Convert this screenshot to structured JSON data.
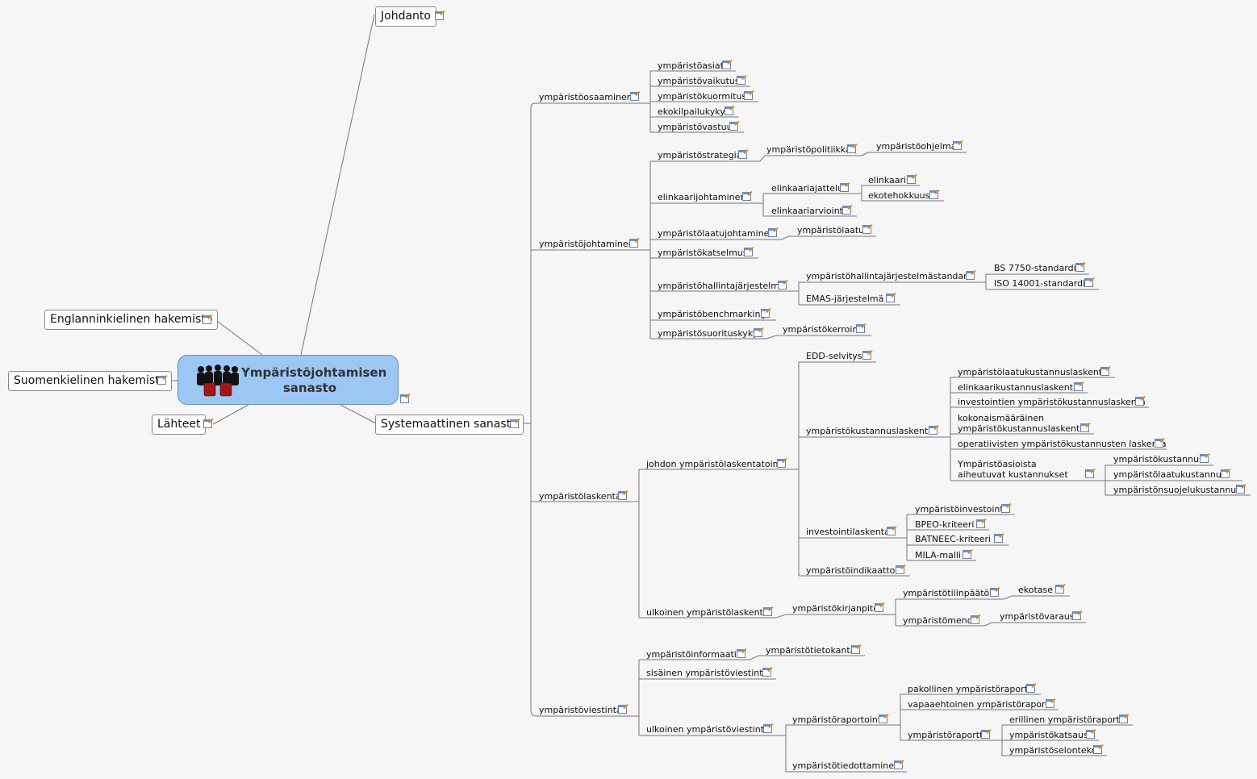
{
  "root": {
    "title": "Ympäristöjohtamisen sanasto"
  },
  "nodes": [
    "Johdanto",
    "Englanninkielinen hakemisto",
    "Suomenkielinen hakemisto",
    "Lähteet",
    "Systemaattinen sanasto",
    "ympäristöosaaminen",
    "ympäristöasiat",
    "ympäristövaikutus",
    "ympäristökuormitus",
    "ekokilpailukyky",
    "ympäristövastuu",
    "ympäristöjohtaminen",
    "ympäristöstrategia",
    "ympäristöpolitiikka",
    "ympäristöohjelma",
    "elinkaarijohtaminen",
    "elinkaariajattelu",
    "elinkaari",
    "ekotehokkuus",
    "elinkaariarviointi",
    "ympäristölaatujohtaminen",
    "ympäristölaatu",
    "ympäristökatselmus",
    "ympäristöhallintajärjestelmä",
    "ympäristöhallintajärjestelmästandardi",
    "BS 7750-standardi",
    "ISO 14001-standardi",
    "EMAS-järjestelmä",
    "ympäristöbenchmarking",
    "ympäristösuorituskyky",
    "ympäristökerroin",
    "ympäristölaskenta",
    "johdon ympäristölaskentatoimi",
    "EDD-selvitys",
    "ympäristökustannuslaskenta",
    "ympäristölaatukustannuslaskenta",
    "elinkaarikustannuslaskenta",
    "investointien ympäristökustannuslaskenta",
    "kokonaismääräinen ympäristökustannuslaskenta",
    "operatiivisten ympäristökustannusten laskenta",
    "Ympäristöasioista aiheutuvat kustannukset",
    "ympäristökustannus",
    "ympäristölaatukustannus",
    "ympäristönsuojelukustannus",
    "investointilaskenta",
    "ympäristöinvestointi",
    "BPEO-kriteeri",
    "BATNEEC-kriteeri",
    "MILA-malli",
    "ympäristöindikaattori",
    "ulkoinen ympäristölaskenta",
    "ympäristökirjanpito",
    "ympäristötilinpäätös",
    "ekotase",
    "ympäristömeno",
    "ympäristövaraus",
    "ympäristöviestintä",
    "ympäristöinformaatio",
    "ympäristötietokanta",
    "sisäinen ympäristöviestintä",
    "ulkoinen ympäristöviestintä",
    "ympäristöraportointi",
    "pakollinen ympäristöraportti",
    "vapaaehtoinen ympäristöraportti",
    "ympäristöraportti",
    "erillinen ympäristöraportti",
    "ympäristökatsaus",
    "ympäristöselonteko",
    "ympäristötiedottaminen"
  ]
}
